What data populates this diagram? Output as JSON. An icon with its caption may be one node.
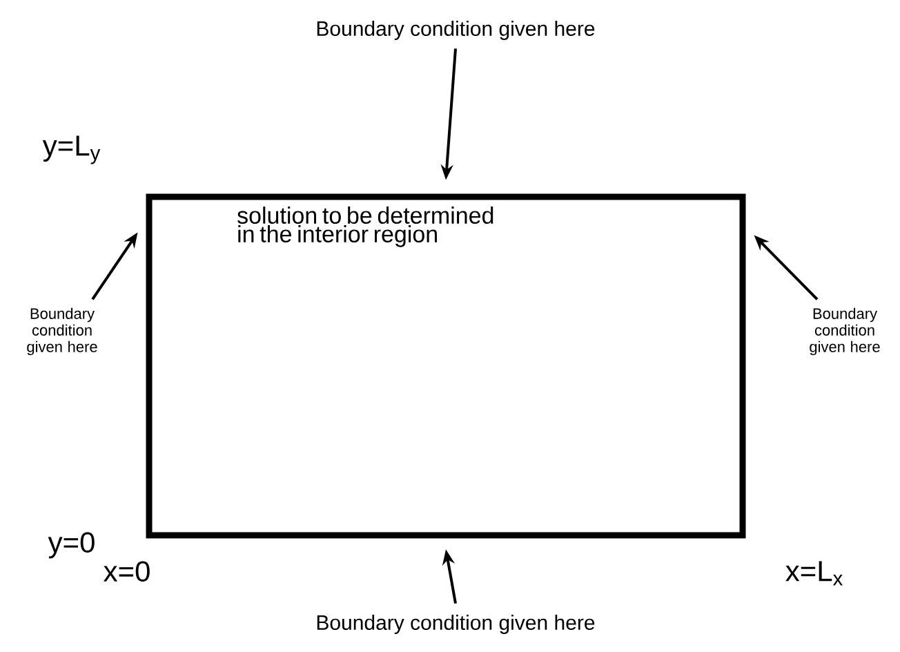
{
  "diagram": {
    "nodes": [
      {
        "text": [
          "Boundary condition given here"
        ]
      },
      {
        "text": [
          "solution to be determined in the interior region"
        ]
      },
      {
        "text": [
          "Boundary condition given here"
        ]
      },
      {
        "text": [
          "Boundary condition given here"
        ]
      },
      {
        "text": [
          "Boundary condition given here"
        ]
      }
    ],
    "edges": [
      {
        "from": 0,
        "to": 1,
        "arrow": "to"
      },
      {
        "from": 2,
        "to": 1,
        "arrow": "to"
      },
      {
        "from": 3,
        "to": 1,
        "arrow": "to"
      },
      {
        "from": 4,
        "to": 1,
        "arrow": "to"
      }
    ],
    "labels": [
      "y=L$_{y}$",
      "y=0",
      "x=0",
      "x=L$_{x}$"
    ]
  }
}
